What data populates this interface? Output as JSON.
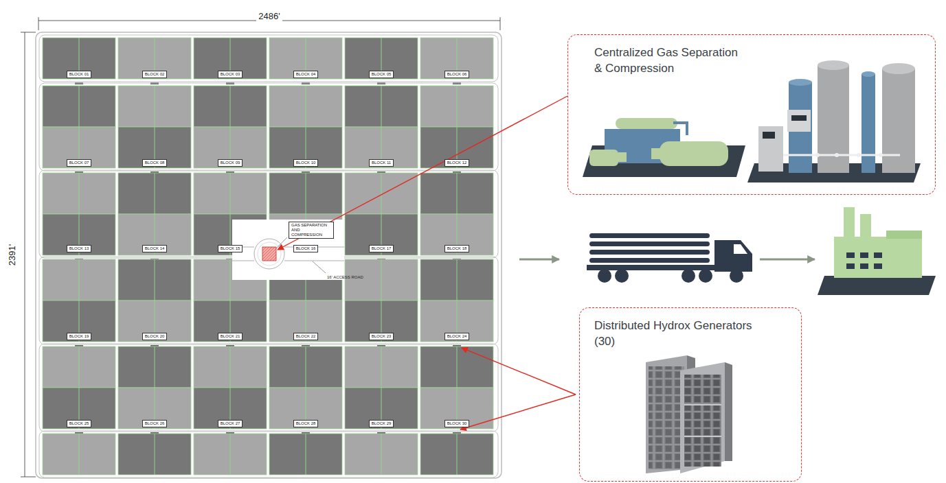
{
  "diagram": {
    "nodes": [
      {
        "text": [
          "BLOCK 01"
        ]
      },
      {
        "text": [
          "BLOCK 02"
        ]
      },
      {
        "text": [
          "BLOCK 03"
        ]
      },
      {
        "text": [
          "BLOCK 04"
        ]
      },
      {
        "text": [
          "BLOCK 05"
        ]
      },
      {
        "text": [
          "BLOCK 06"
        ]
      },
      {
        "text": [
          "BLOCK 07"
        ]
      },
      {
        "text": [
          "BLOCK 08"
        ]
      },
      {
        "text": [
          "BLOCK 09"
        ]
      },
      {
        "text": [
          "BLOCK 10"
        ]
      },
      {
        "text": [
          "BLOCK 11"
        ]
      },
      {
        "text": [
          "BLOCK 12"
        ]
      },
      {
        "text": [
          "BLOCK 13"
        ]
      },
      {
        "text": [
          "BLOCK 14"
        ]
      },
      {
        "text": [
          "BLOCK 15"
        ]
      },
      {
        "text": [
          "BLOCK 16"
        ]
      },
      {
        "text": [
          "BLOCK 17"
        ]
      },
      {
        "text": [
          "BLOCK 18"
        ]
      },
      {
        "text": [
          "BLOCK 19"
        ]
      },
      {
        "text": [
          "BLOCK 20"
        ]
      },
      {
        "text": [
          "BLOCK 21"
        ]
      },
      {
        "text": [
          "BLOCK 22"
        ]
      },
      {
        "text": [
          "BLOCK 23"
        ]
      },
      {
        "text": [
          "BLOCK 24"
        ]
      },
      {
        "text": [
          "BLOCK 25"
        ]
      },
      {
        "text": [
          "BLOCK 26"
        ]
      },
      {
        "text": [
          "BLOCK 27"
        ]
      },
      {
        "text": [
          "BLOCK 28"
        ]
      },
      {
        "text": [
          "BLOCK 29"
        ]
      },
      {
        "text": [
          "BLOCK 30"
        ]
      },
      {
        "text": [
          "GAS SEPARATION AND COMPRESSION"
        ]
      },
      {
        "text": [
          "Centralized Gas Separation & Compression"
        ]
      },
      {
        "text": [
          "Distributed Hydrox Generators (30)"
        ]
      }
    ],
    "labels": [
      "2486'",
      "2391'",
      "16' ACCESS ROAD"
    ]
  }
}
